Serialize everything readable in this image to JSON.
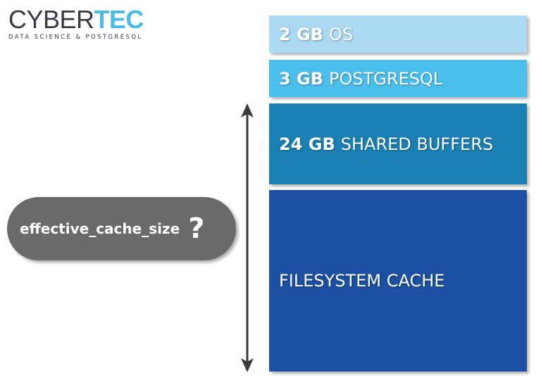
{
  "logo": {
    "part1": "CYBER",
    "part2": "TEC",
    "tagline": "DATA SCIENCE & POSTGRESQL"
  },
  "blocks": [
    {
      "size": "2 GB",
      "label": "OS",
      "color": "#aad9f1"
    },
    {
      "size": "3 GB",
      "label": "POSTGRESQL",
      "color": "#4bbfec"
    },
    {
      "size": "24 GB",
      "label": "SHARED BUFFERS",
      "color": "#1a80b4"
    },
    {
      "size": "",
      "label": "FILESYSTEM CACHE",
      "color": "#1b50a2"
    }
  ],
  "pill": {
    "label": "effective_cache_size",
    "mark": "?"
  }
}
